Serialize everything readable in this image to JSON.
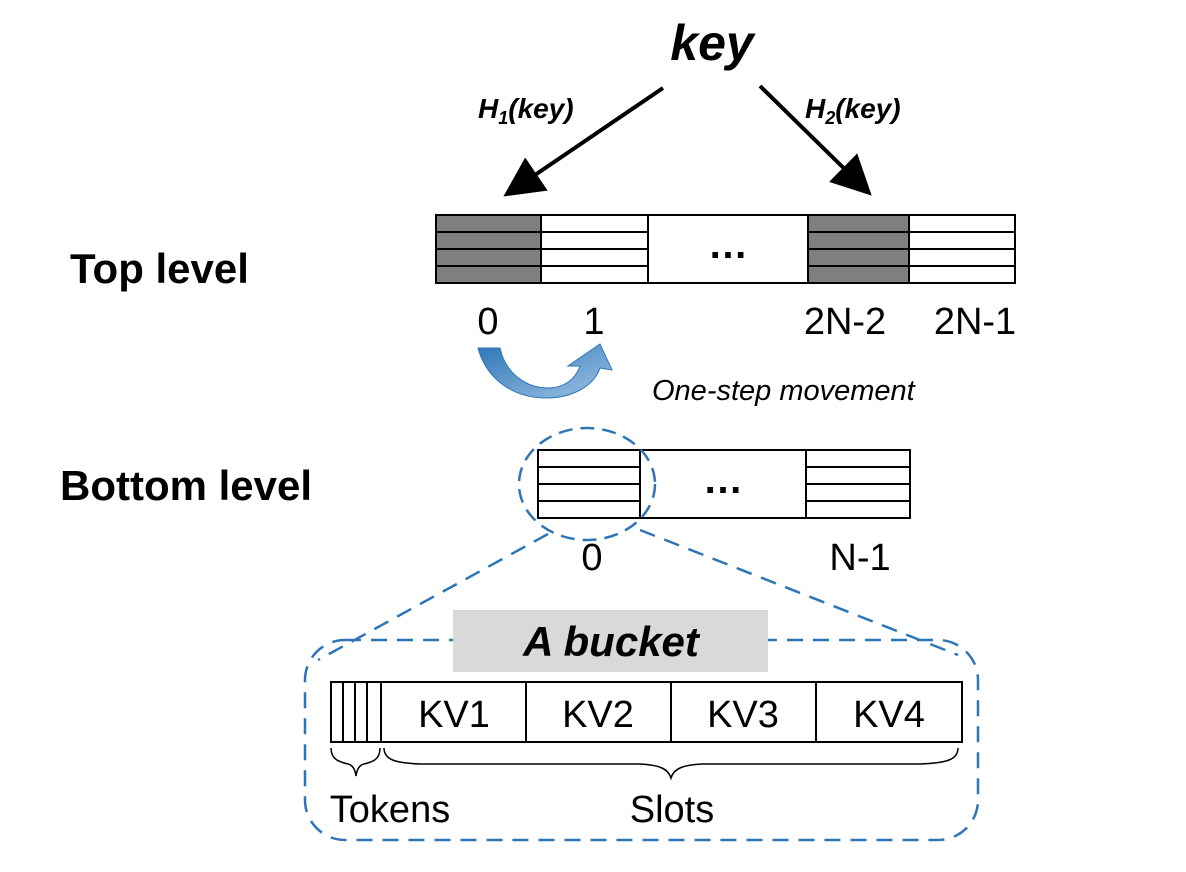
{
  "key_label": "key",
  "hash1": {
    "main": "H",
    "sub": "1",
    "tail": "(key)"
  },
  "hash2": {
    "main": "H",
    "sub": "2",
    "tail": "(key)"
  },
  "top_level": {
    "label": "Top level",
    "ellipsis": "…",
    "indices": [
      "0",
      "1",
      "2N-2",
      "2N-1"
    ]
  },
  "movement_label": "One-step movement",
  "bottom_level": {
    "label": "Bottom level",
    "ellipsis": "…",
    "indices": [
      "0",
      "N-1"
    ]
  },
  "bucket": {
    "title": "A bucket",
    "slots": [
      "KV1",
      "KV2",
      "KV3",
      "KV4"
    ],
    "tokens_label": "Tokens",
    "slots_label": "Slots"
  },
  "colors": {
    "stroke": "#000000",
    "shaded": "#7f7f7f",
    "dashed": "#2e75b6",
    "bucket_title_bg": "#d9d9d9",
    "arrow_blue": "#5b9bd5"
  }
}
